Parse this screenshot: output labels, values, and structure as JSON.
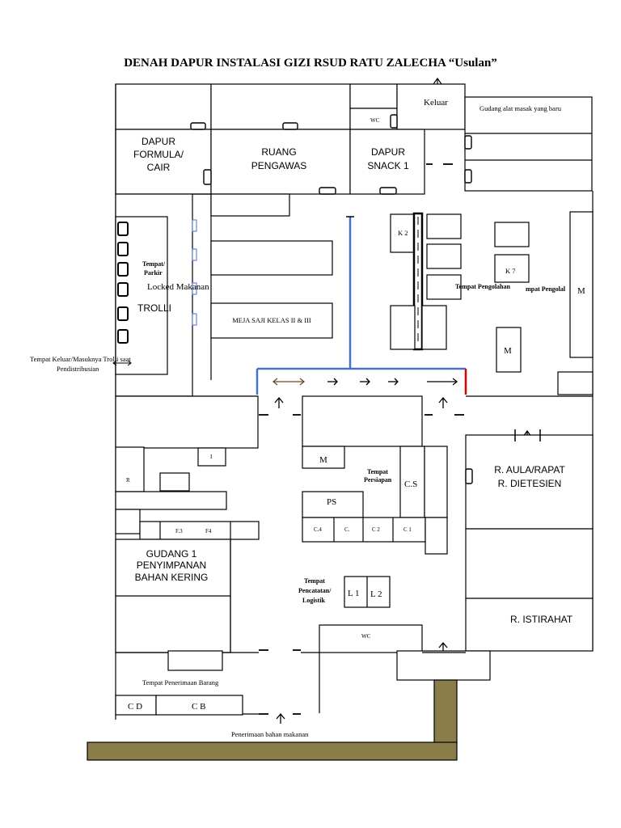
{
  "title": "DENAH DAPUR INSTALASI GIZI RSUD RATU ZALECHA “Usulan”",
  "rooms": {
    "dapur_formula": [
      "DAPUR",
      "FORMULA/",
      "CAIR"
    ],
    "ruang_pengawas": [
      "RUANG",
      "PENGAWAS"
    ],
    "dapur_snack": [
      "DAPUR",
      "SNACK 1"
    ],
    "wc_top": "WC",
    "keluar": "Keluar",
    "gudang_alat": "Gudang alat masak yang baru",
    "tempat_parkir": [
      "Tempat/",
      "Parkir"
    ],
    "locked_makanan": "Locked Makanan",
    "trolli": "TROLLI",
    "meja_saji": "MEJA SAJI KELAS II & III",
    "k2": "K 2",
    "k7": "K 7",
    "tempat_pengolahan_1": "Tempat Pengolahan",
    "tempat_pengolahan_2": "mpat Pengolal",
    "m_right": "M",
    "m_center": "M",
    "tempat_keluar": "Tempat Keluar/Masuknya Trolli saat",
    "pendistribusian": "Pendistribusian",
    "i_box": "I",
    "r_box": "R",
    "f3": "F.3",
    "f4": "F4",
    "gudang1": [
      "GUDANG 1",
      "PENYIMPANAN",
      "BAHAN KERING"
    ],
    "m_box": "M",
    "tempat_persiapan": [
      "Tempat",
      "Persiapan"
    ],
    "cs": "C.S",
    "ps": "PS",
    "c4": "C.4",
    "c_dot": "C.",
    "c2": "C 2",
    "c1": "C 1",
    "aula": [
      "R. AULA/RAPAT",
      "R. DIETESIEN"
    ],
    "tempat_pencatatan": [
      "Tempat",
      "Pencatatan/",
      "Logistik"
    ],
    "l1": "L 1",
    "l2": "L 2",
    "istirahat": "R. ISTIRAHAT",
    "wc_bottom": "WC",
    "tempat_penerimaan": "Tempat Penerimaan Barang",
    "cd": "C D",
    "cb": "C B",
    "penerimaan_bahan": "Penerimaan bahan makanan"
  },
  "colors": {
    "blue_line": "#4472c4",
    "red_line": "#e00000",
    "ground": "#8b7d4a",
    "arrow_brown": "#6b4a1f"
  }
}
